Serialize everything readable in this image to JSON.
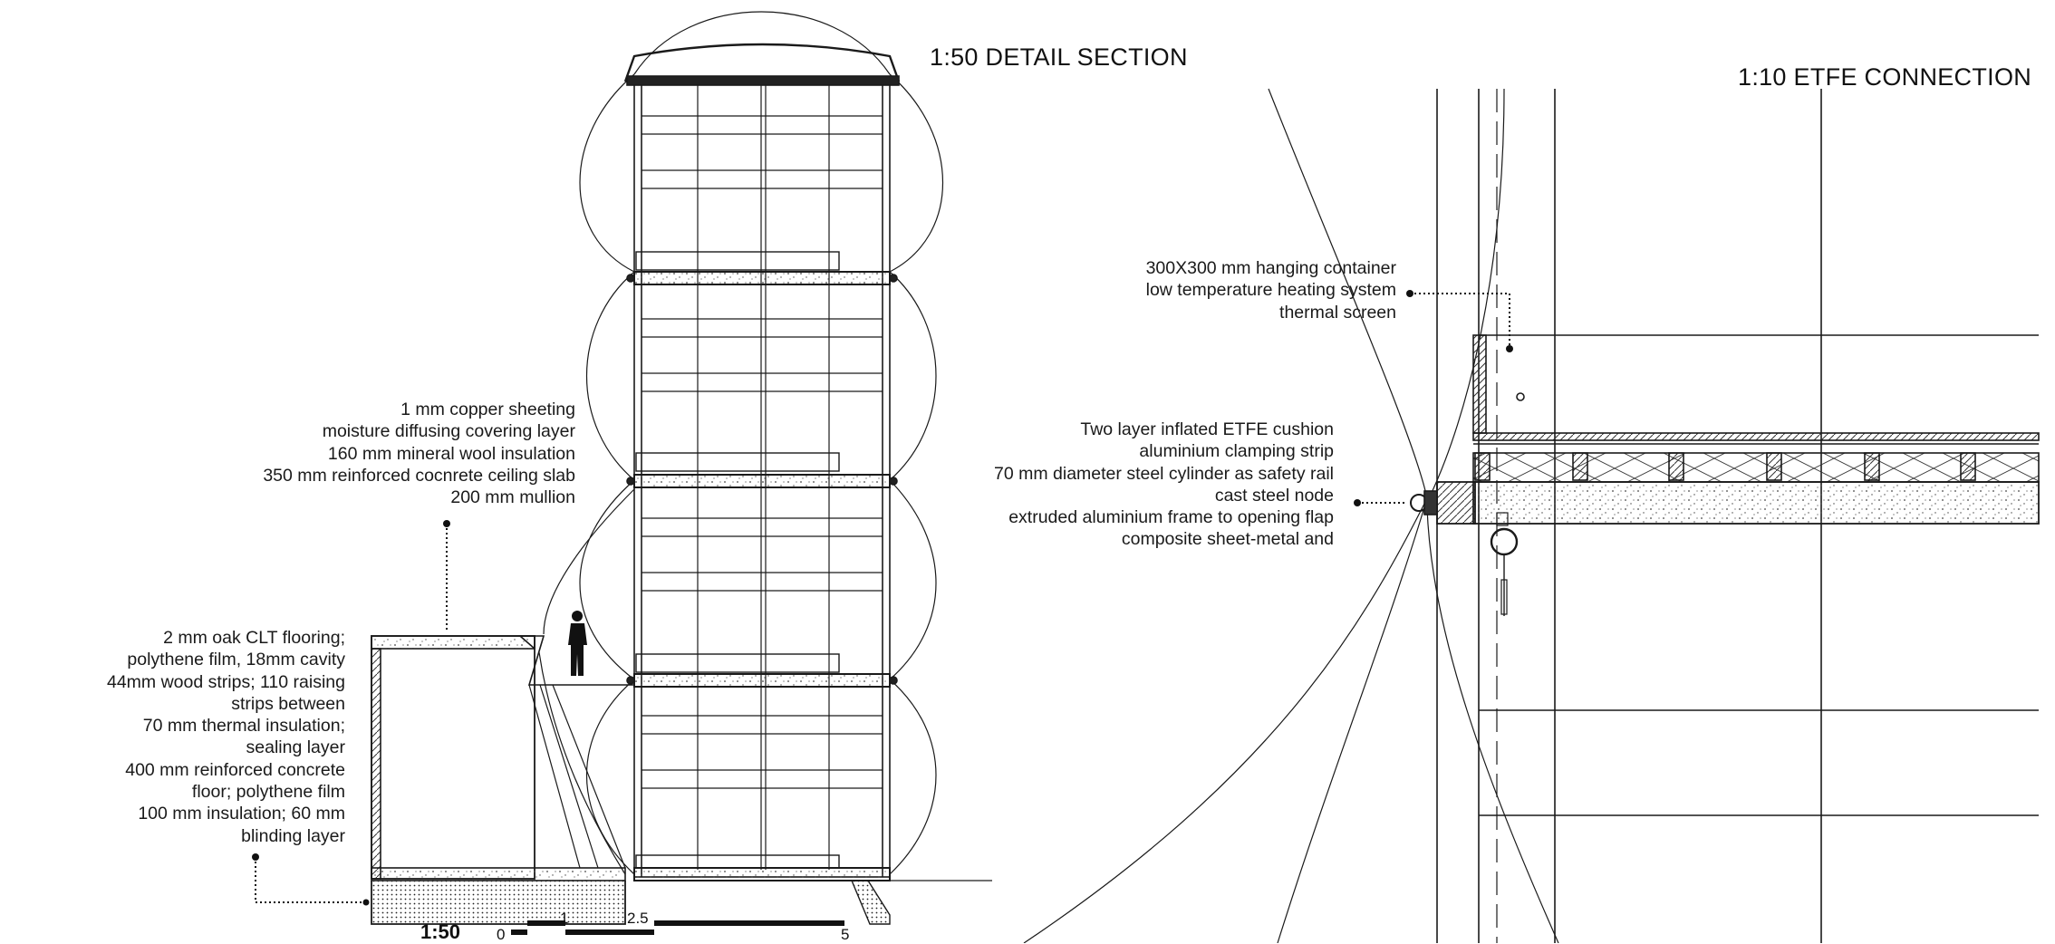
{
  "titles": {
    "detail_section": "1:50 DETAIL SECTION",
    "etfe_connection": "1:10 ETFE CONNECTION"
  },
  "callouts": {
    "roof": [
      "1 mm copper sheeting",
      "moisture diffusing covering layer",
      "160 mm mineral wool insulation",
      "350 mm reinforced cocnrete ceiling slab",
      "200 mm mullion"
    ],
    "floor": [
      "2 mm oak CLT flooring;",
      "polythene film, 18mm cavity",
      "44mm wood strips; 110  raising",
      "strips between",
      "70 mm thermal insulation;",
      "sealing layer",
      "400 mm reinforced concrete",
      "floor; polythene film",
      "100 mm insulation; 60 mm",
      "blinding layer"
    ],
    "container": [
      "300X300 mm hanging container",
      "low temperature heating system",
      "thermal screen"
    ],
    "etfe": [
      "Two layer inflated ETFE cushion",
      "aluminium clamping strip",
      "70 mm diameter steel cylinder as safety rail",
      "cast steel node",
      "extruded aluminium frame to opening flap",
      "composite sheet-metal and"
    ]
  },
  "scale_bar": {
    "label": "1:50",
    "ticks": [
      "0",
      "1",
      "2.5",
      "5"
    ]
  },
  "colors": {
    "line": "#1a1a1a",
    "hatch": "#555555",
    "background": "#ffffff"
  }
}
